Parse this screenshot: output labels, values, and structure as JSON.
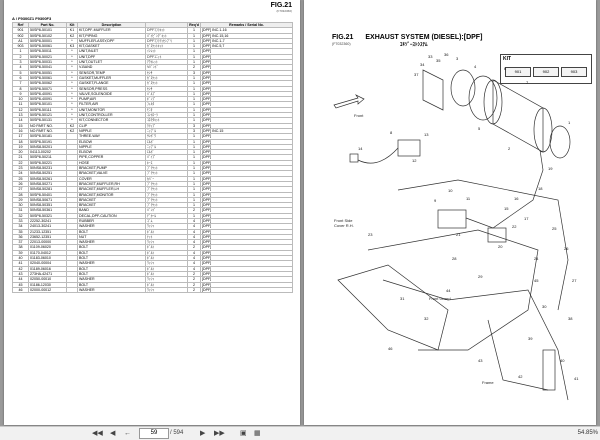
{
  "left_page": {
    "figure": "FIG.21",
    "figure_sub": "(F7032360)",
    "model_line": "A / F9300Z1  F9300F3",
    "columns": [
      "Ref",
      "Part No.",
      "Kit",
      "Description",
      "",
      "Req'd",
      "Remarks / Serial No."
    ],
    "rows": [
      [
        "901",
        "50SP8-50101",
        "K1",
        "KIT,DPF-MUFFLER",
        "DPFﾏﾌﾗｷｯﾄ",
        "1",
        "[DPF] INC.1-16"
      ],
      [
        "902",
        "50SP8-50102",
        "K2",
        "KIT,PIPING",
        "ﾊﾟｲﾋﾟﾝｸﾞｷｯﾄ",
        "1",
        "[DPF] INC.15,16"
      ],
      [
        "A1",
        "50SP8-50001",
        "*",
        "MUFFLER-ASSY,DPF",
        "DPFﾏﾌﾗｱｯｾﾝﾌﾞﾘ",
        "1",
        "[DPF] INC.1-7"
      ],
      [
        "903",
        "50SP8-50061",
        "K3",
        "KIT,GASKET",
        "ｶﾞｽｹｯﾄｷｯﾄ",
        "1",
        "[DPF] INC.5,7"
      ],
      [
        "1",
        "50SP8-50011",
        "*",
        "UNIT,INLET",
        "ｲﾝﾚｯﾄ",
        "1",
        "[DPF]"
      ],
      [
        "2",
        "50SP8-50021",
        "*",
        "UNIT,DPF",
        "DPFﾕﾆｯﾄ",
        "1",
        "[DPF]"
      ],
      [
        "3",
        "50SP8-50031",
        "*",
        "UNIT,OUTLET",
        "ｱｳﾄﾚｯﾄ",
        "1",
        "[DPF]"
      ],
      [
        "4",
        "50SP8-50041",
        "*",
        "V-BAND",
        "Vﾊﾞﾝﾄﾞ",
        "2",
        "[DPF]"
      ],
      [
        "5",
        "50SP8-50051",
        "*",
        "SENSOR,TEMP",
        "ｾﾝｻ",
        "3",
        "[DPF]"
      ],
      [
        "6",
        "50SP8-50061",
        "*",
        "GASKET,MUFFLER",
        "ｶﾞｽｹｯﾄ",
        "1",
        "[DPF]"
      ],
      [
        "7",
        "50SP8-50062",
        "*",
        "GASKET,FLANGE",
        "ｶﾞｽｹｯﾄ",
        "1",
        "[DPF]"
      ],
      [
        "8",
        "50SP8-50071",
        "*",
        "SENSOR,PRESS",
        "ｾﾝｻ",
        "1",
        "[DPF]"
      ],
      [
        "9",
        "50SP8-40091",
        "*",
        "VALVE,SOLENOIDE",
        "ﾊﾞﾙﾌﾞ",
        "1",
        "[DPF]"
      ],
      [
        "10",
        "50SP8-40091",
        "*",
        "PUMP,AIR",
        "ﾎﾟﾝﾌﾟ",
        "1",
        "[DPF]"
      ],
      [
        "11",
        "50SP8-50101",
        "*",
        "FILTER,AIR",
        "ﾌｨﾙﾀ",
        "1",
        "[DPF]"
      ],
      [
        "12",
        "50SP8-50111",
        "*",
        "UNIT,MONITOR",
        "ﾓﾆﾀ",
        "1",
        "[DPF]"
      ],
      [
        "13",
        "50SP8-50121",
        "*",
        "UNIT,CONTROLLER",
        "ｺﾝﾄﾛｰﾗ",
        "1",
        "[DPF]"
      ],
      [
        "14",
        "50SP8-50131",
        "*",
        "KIT,CONNECTOR",
        "ｺﾈｸﾀｷｯﾄ",
        "1",
        "[DPF]"
      ],
      [
        "15",
        "NO PART NO.",
        "K2",
        "CLIP",
        "ｸﾘｯﾌﾟ",
        "3",
        "[DPF]"
      ],
      [
        "16",
        "NO PART NO.",
        "K2",
        "NIPPLE",
        "ﾆｯﾌﾟﾙ",
        "3",
        "[DPF] INC.15"
      ],
      [
        "17",
        "50SP8-50181",
        "",
        "THREE-WAY",
        "ｻﾝﾎﾟｳ",
        "1",
        "[DPF]"
      ],
      [
        "18",
        "50SP8-50191",
        "",
        "ELBOW",
        "ｴﾙﾎﾞ",
        "1",
        "[DPF]"
      ],
      [
        "19",
        "50NS8-50201",
        "",
        "NIPPLE",
        "ﾆｯﾌﾟﾙ",
        "1",
        "[DPF]"
      ],
      [
        "20",
        "04113-00202",
        "",
        "ELBOW",
        "ｴﾙﾎﾞ",
        "1",
        "[DPF]"
      ],
      [
        "21",
        "50SP8-50211",
        "",
        "PIPE,COPPER",
        "ﾊﾟｲﾌﾟ",
        "1",
        "[DPF]"
      ],
      [
        "22",
        "50SP8-50221",
        "",
        "HOSE",
        "ﾎｰｽ",
        "1",
        "[DPF]"
      ],
      [
        "23",
        "50NS8-50231",
        "",
        "BRACKET,PUMP",
        "ﾌﾞﾗｹｯﾄ",
        "1",
        "[DPF]"
      ],
      [
        "24",
        "50NS8-50251",
        "",
        "BRACKET,VALVE",
        "ﾌﾞﾗｹｯﾄ",
        "1",
        "[DPF]"
      ],
      [
        "25",
        "50NS8-50261",
        "",
        "COVER",
        "ｶﾊﾞｰ",
        "1",
        "[DPF]"
      ],
      [
        "26",
        "50NS8-50271",
        "",
        "BRACKET,MUFFLER,RH",
        "ﾌﾞﾗｹｯﾄ",
        "1",
        "[DPF]"
      ],
      [
        "27",
        "50NS8-50281",
        "",
        "BRACKET,MUFFLER,LH",
        "ﾌﾞﾗｹｯﾄ",
        "1",
        "[DPF]"
      ],
      [
        "28",
        "50SP8-50401",
        "",
        "BRACKET,MONITOR",
        "ﾌﾞﾗｹｯﾄ",
        "1",
        "[DPF]"
      ],
      [
        "29",
        "50NS8-50671",
        "",
        "BRACKET",
        "ﾌﾞﾗｹｯﾄ",
        "1",
        "[DPF]"
      ],
      [
        "30",
        "50NS8-50351",
        "",
        "BRACKET",
        "ﾌﾞﾗｹｯﾄ",
        "1",
        "[DPF]"
      ],
      [
        "31",
        "50NS8-50361",
        "",
        "BAND",
        "ﾊﾞﾝﾄﾞ",
        "2",
        "[DPF]"
      ],
      [
        "32",
        "50SP8-50321",
        "",
        "DECAL,DPF-CAUTION",
        "ﾃﾞｶｰﾙ",
        "1",
        "[DPF]"
      ],
      [
        "33",
        "22252-30241",
        "",
        "RUBBER",
        "ｺﾞﾑ",
        "4",
        "[DPF]"
      ],
      [
        "34",
        "24013-30241",
        "",
        "WASHER",
        "ﾜｯｼｬ",
        "4",
        "[DPF]"
      ],
      [
        "35",
        "21233-12351",
        "",
        "BOLT",
        "ﾎﾞﾙﾄ",
        "4",
        "[DPF]"
      ],
      [
        "36",
        "23652-12351",
        "",
        "NUT",
        "ﾅｯﾄ",
        "4",
        "[DPF]"
      ],
      [
        "37",
        "22013-00000",
        "",
        "WASHER",
        "ﾜｯｼｬ",
        "4",
        "[DPF]"
      ],
      [
        "38",
        "01109-06020",
        "",
        "BOLT",
        "ﾎﾞﾙﾄ",
        "2",
        "[DPF]"
      ],
      [
        "39",
        "01170-04012",
        "",
        "BOLT",
        "ﾎﾞﾙﾄ",
        "4",
        "[DPF]"
      ],
      [
        "40",
        "01183-06010",
        "",
        "BOLT",
        "ﾎﾞﾙﾄ",
        "4",
        "[DPF]"
      ],
      [
        "41",
        "02040-00004",
        "",
        "WASHER",
        "ﾜｯｼｬ",
        "4",
        "[DPF]"
      ],
      [
        "42",
        "01189-06016",
        "",
        "BOLT",
        "ﾎﾞﾙﾄ",
        "4",
        "[DPF]"
      ],
      [
        "43",
        "273HA-42471",
        "",
        "BOLT",
        "ﾎﾞﾙﾄ",
        "2",
        "[DPF]"
      ],
      [
        "44",
        "02050-00010",
        "",
        "WASHER",
        "ﾜｯｼｬ",
        "2",
        "[DPF]"
      ],
      [
        "45",
        "01186-12030",
        "",
        "BOLT",
        "ﾎﾞﾙﾄ",
        "2",
        "[DPF]"
      ],
      [
        "46",
        "02000-00012",
        "",
        "WASHER",
        "ﾜｯｼｬ",
        "2",
        "[DPF]"
      ]
    ]
  },
  "right_page": {
    "title": "FIG.21",
    "title_main": "EXHAUST SYSTEM (DIESEL):[DPF]",
    "code": "(F7032360)",
    "title_jp": "ｴｷｿﾞｰｽﾄｼｽﾃﾑ",
    "kit_label": "KIT",
    "kits": [
      "901",
      "902",
      "903"
    ],
    "labels": {
      "front": "Front",
      "front_side_cover": "Front Side\nCover R.H.",
      "front_guard": "Front Guard",
      "frame": "Frame"
    },
    "callouts": [
      "33",
      "34",
      "35",
      "36",
      "37",
      "3",
      "4",
      "5",
      "6",
      "7",
      "2",
      "1",
      "8",
      "13",
      "12",
      "9",
      "10",
      "11",
      "14",
      "15",
      "16",
      "17",
      "18",
      "19",
      "20",
      "21",
      "22",
      "23",
      "24",
      "25",
      "26",
      "27",
      "28",
      "29",
      "30",
      "31",
      "32",
      "38",
      "39",
      "40",
      "41",
      "42",
      "43",
      "44",
      "45",
      "46"
    ]
  },
  "toolbar": {
    "page_current": "59",
    "page_total": "/ 594",
    "zoom": "54.85%"
  }
}
